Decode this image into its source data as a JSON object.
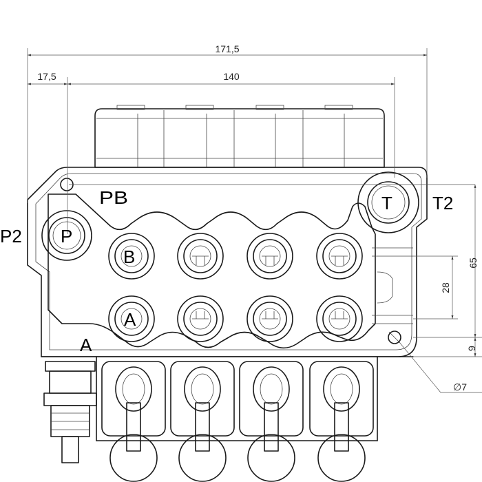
{
  "dimensions": {
    "overall_width": "171,5",
    "offset": "17,5",
    "spacing": "140",
    "height_65": "65",
    "pitch_28": "28",
    "bottom_9": "9",
    "hole_diameter": "∅7"
  },
  "ports": {
    "p2": "P2",
    "p": "P",
    "pb": "PB",
    "t": "T",
    "t2": "T2",
    "b": "B",
    "a_work": "A",
    "a_side": "A"
  },
  "icons": {
    "valve_body": "valve-body-drawing",
    "lever": "lever-icon",
    "port": "port-circle-icon"
  }
}
